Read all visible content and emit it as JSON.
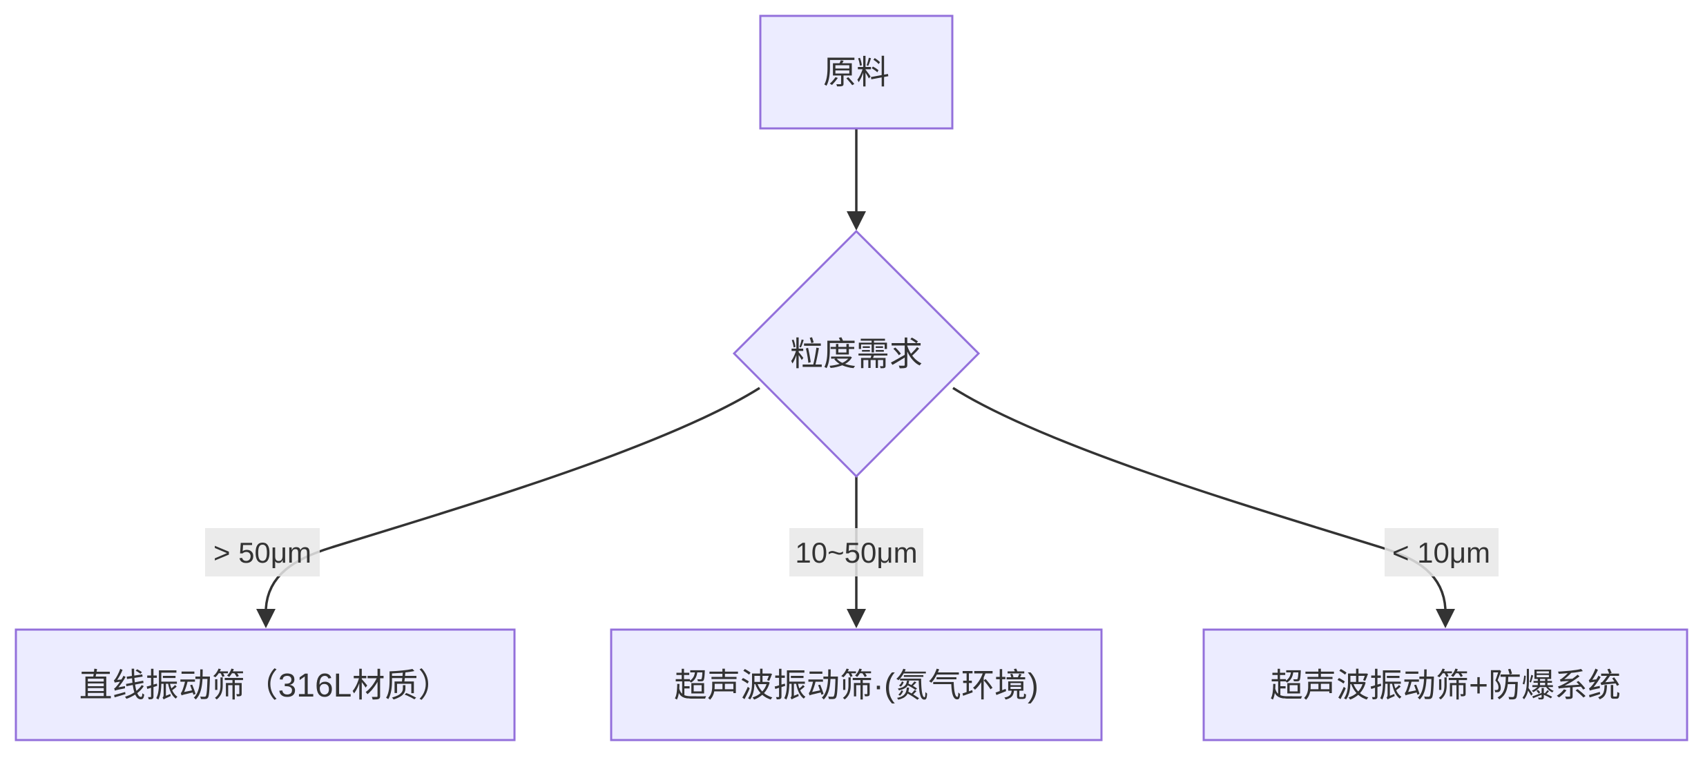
{
  "diagram": {
    "type": "flowchart",
    "direction": "top-down",
    "colors": {
      "node_fill": "#ECECFF",
      "node_border": "#9370DB",
      "edge_color": "#333333",
      "edge_label_background": "#e8e8e8",
      "text_color": "#333333",
      "background": "#ffffff"
    },
    "nodes": {
      "start": {
        "label": "原料",
        "shape": "rectangle"
      },
      "decision": {
        "label": "粒度需求",
        "shape": "diamond"
      },
      "result_left": {
        "label": "直线振动筛（316L材质）",
        "shape": "rectangle"
      },
      "result_middle": {
        "label": "超声波振动筛·(氮气环境)",
        "shape": "rectangle"
      },
      "result_right": {
        "label": "超声波振动筛+防爆系统",
        "shape": "rectangle"
      }
    },
    "edges": [
      {
        "from": "原料",
        "to": "粒度需求",
        "label": ""
      },
      {
        "from": "粒度需求",
        "to": "直线振动筛（316L材质）",
        "label": "> 50μm"
      },
      {
        "from": "粒度需求",
        "to": "超声波振动筛·(氮气环境)",
        "label": "10~50μm"
      },
      {
        "from": "粒度需求",
        "to": "超声波振动筛+防爆系统",
        "label": "< 10μm"
      }
    ]
  }
}
